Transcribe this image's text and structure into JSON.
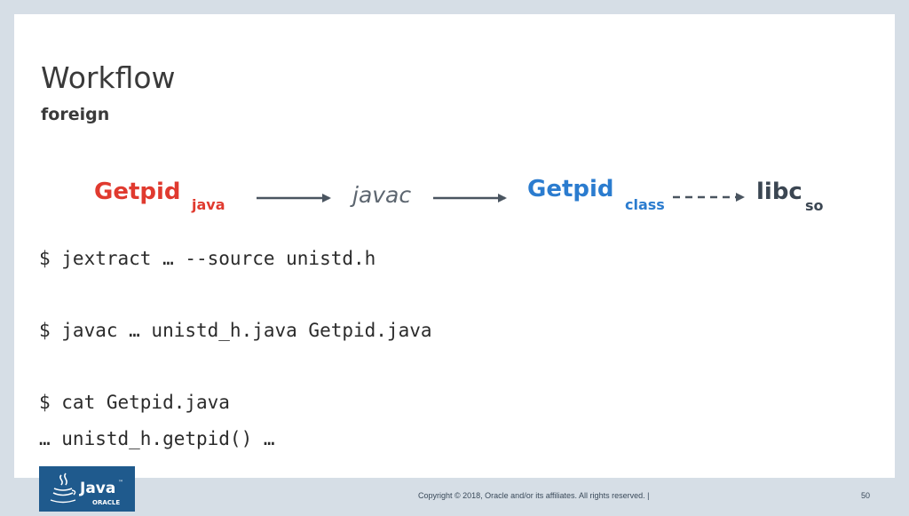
{
  "slide": {
    "title": "Workflow",
    "subtitle": "foreign"
  },
  "diagram": {
    "nodes": [
      {
        "main": "Getpid",
        "sub": "java",
        "color": "#e03a2f"
      },
      {
        "main": "javac",
        "sub": "",
        "color": "#5d6670"
      },
      {
        "main": "Getpid",
        "sub": "class",
        "color": "#2b7ccf"
      },
      {
        "main": "libc",
        "sub": "so",
        "color": "#3b4652"
      }
    ],
    "arrow_color": "#4a5560"
  },
  "code": {
    "line1": "$ jextract … --source unistd.h",
    "line2": "$ javac … unistd_h.java Getpid.java",
    "line3": "$ cat Getpid.java",
    "line4": "… unistd_h.getpid() …"
  },
  "footer": {
    "logo_text": "Java",
    "logo_tm": "™",
    "logo_sub": "ORACLE",
    "copyright": "Copyright © 2018, Oracle and/or its affiliates. All rights reserved.  |",
    "page_number": "50",
    "logo_color": "#1f5a8d"
  }
}
